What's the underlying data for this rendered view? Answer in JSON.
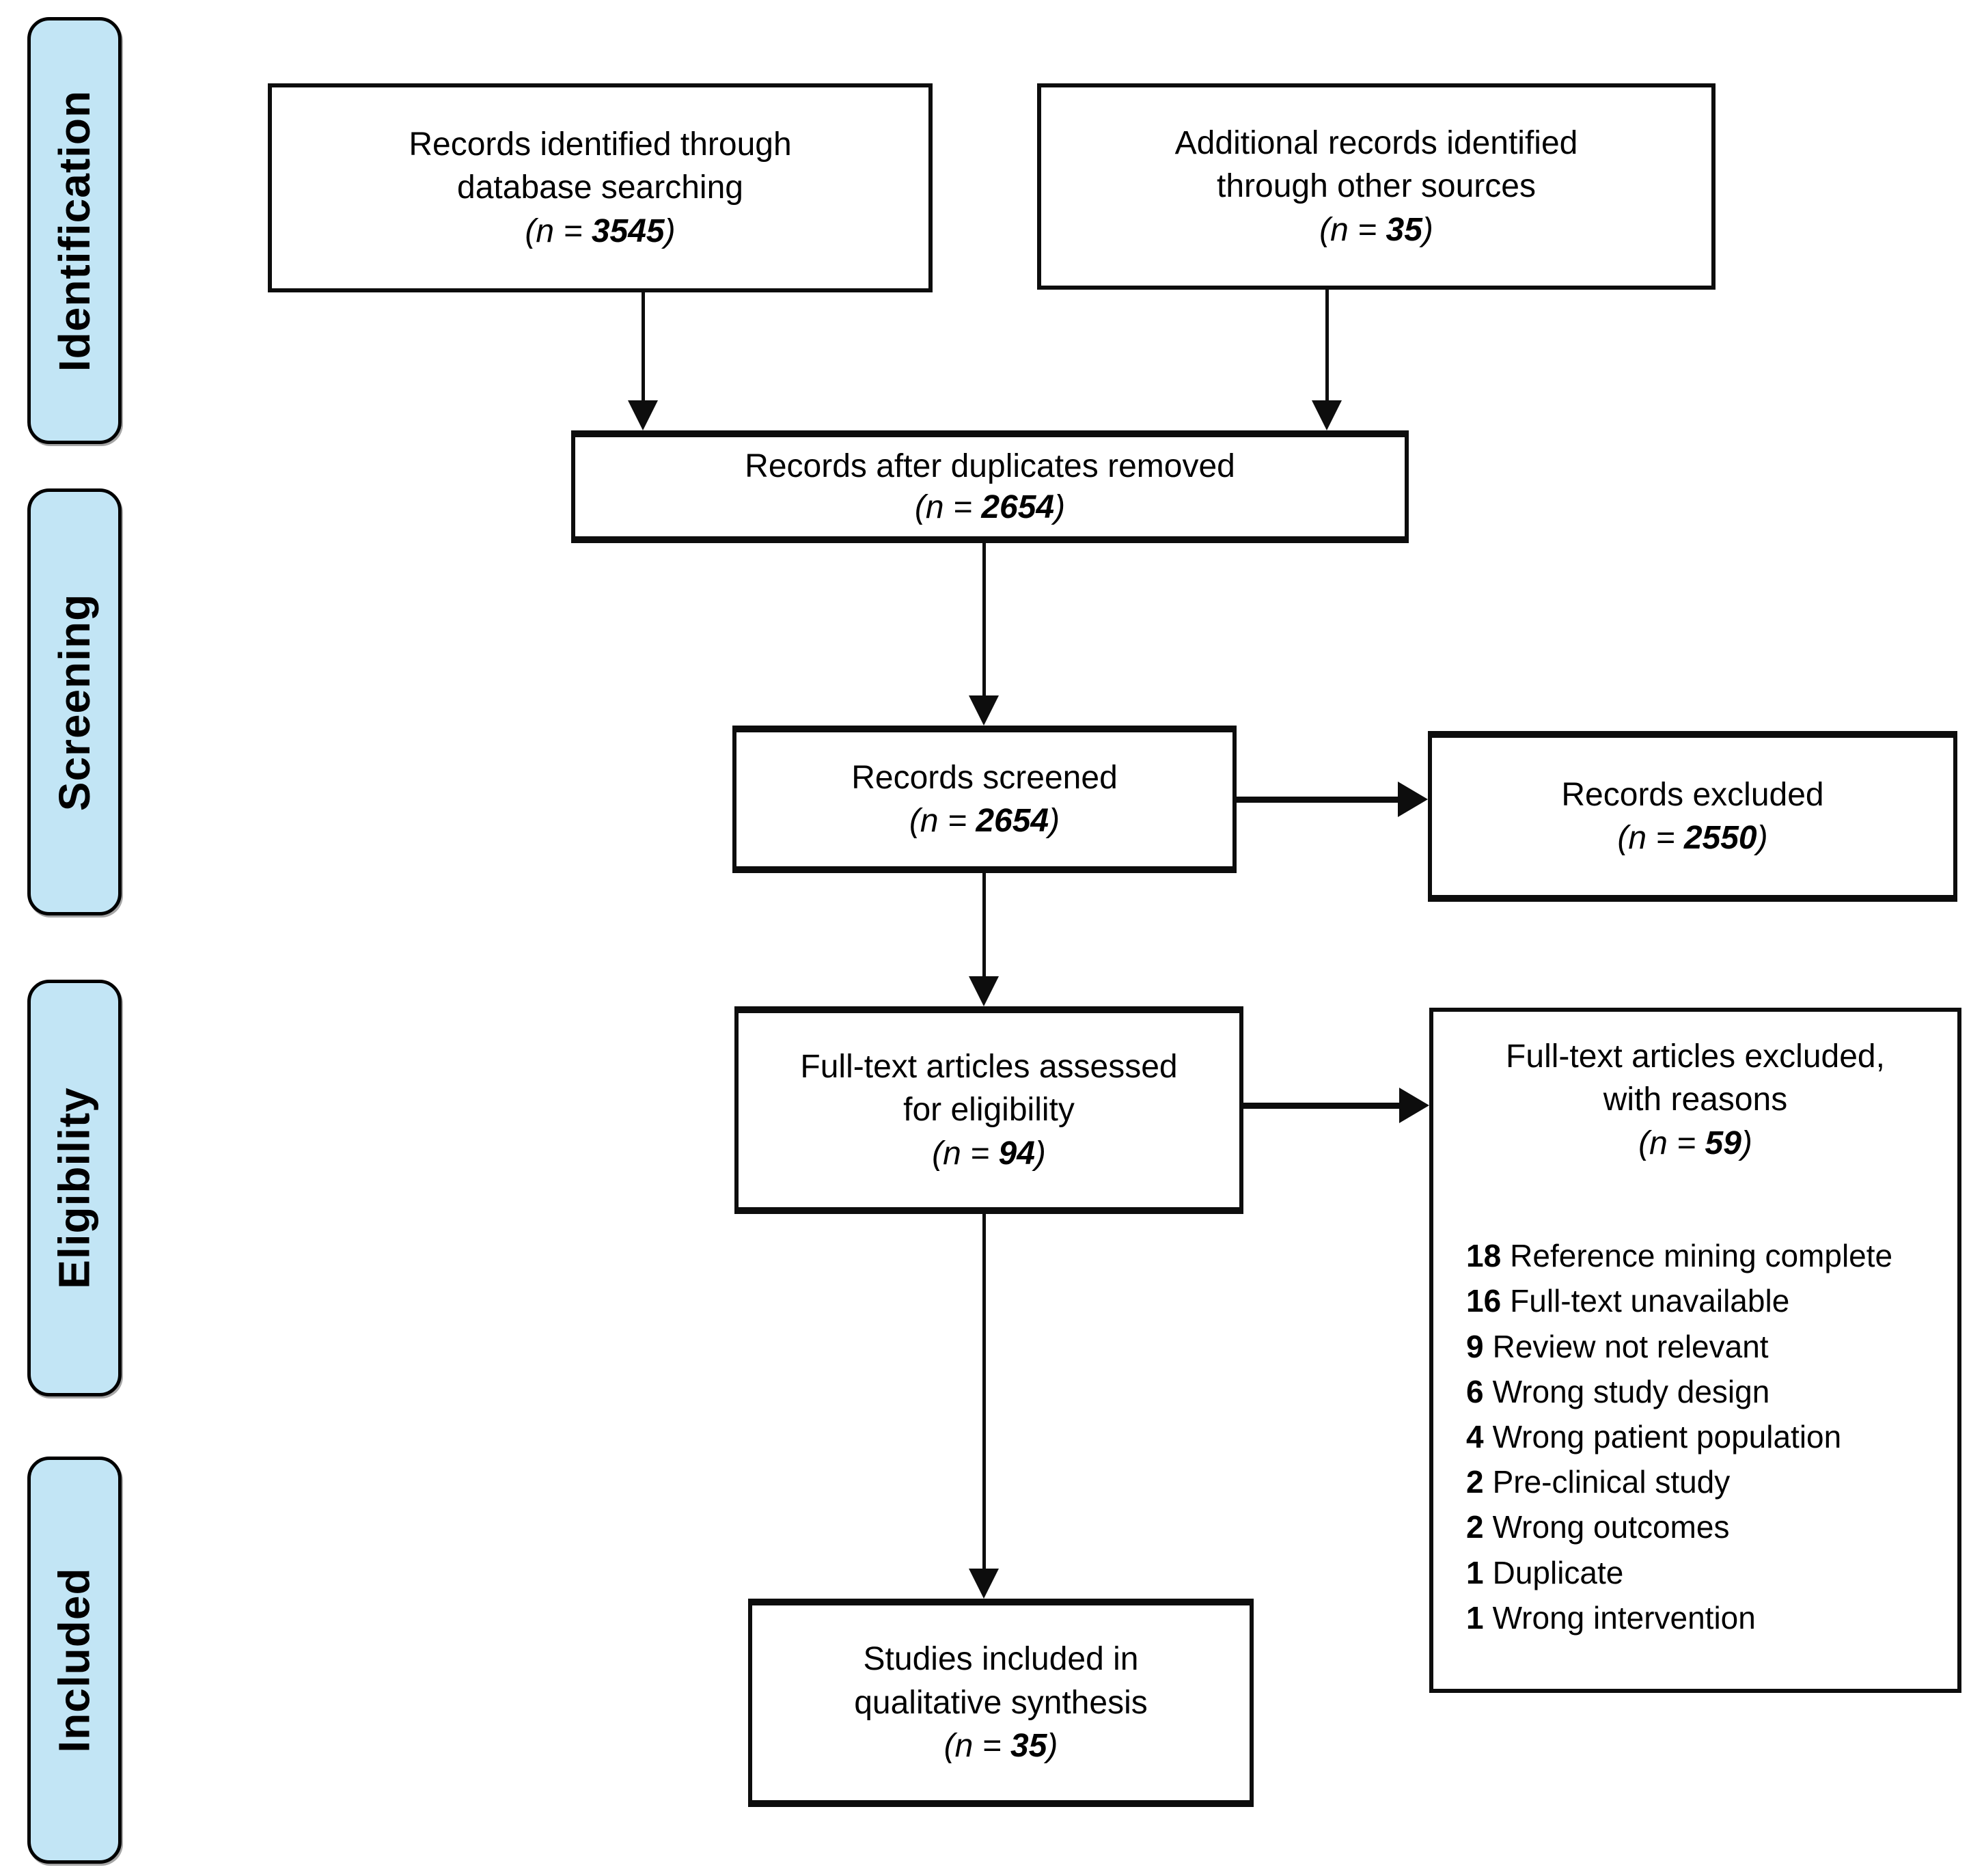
{
  "sidebar": {
    "fill_color": "#c2e5f5",
    "border_color": "#000000",
    "items": [
      {
        "label": "Identification"
      },
      {
        "label": "Screening"
      },
      {
        "label": "Eligibility"
      },
      {
        "label": "Included"
      }
    ]
  },
  "boxes": {
    "identified": {
      "line1": "Records identified through",
      "line2": "database searching",
      "n_prefix": "(n = ",
      "n_value": "3545",
      "n_suffix": ")"
    },
    "additional": {
      "line1": "Additional records identified",
      "line2": "through other sources",
      "n_prefix": "(n = ",
      "n_value": "35",
      "n_suffix": ")"
    },
    "deduplicated": {
      "line1": "Records after duplicates removed",
      "n_prefix": "(n = ",
      "n_value": "2654",
      "n_suffix": ")"
    },
    "screened": {
      "line1": "Records screened",
      "n_prefix": "(n = ",
      "n_value": "2654",
      "n_suffix": ")"
    },
    "records_excluded": {
      "line1": "Records excluded",
      "n_prefix": "(n = ",
      "n_value": "2550",
      "n_suffix": ")"
    },
    "fulltext_assessed": {
      "line1": "Full-text articles assessed",
      "line2": "for eligibility",
      "n_prefix": "(n = ",
      "n_value": "94",
      "n_suffix": ")"
    },
    "fulltext_excluded": {
      "line1": "Full-text articles excluded,",
      "line2": "with reasons",
      "n_prefix": "(n = ",
      "n_value": "59",
      "n_suffix": ")",
      "reasons": [
        {
          "count": "18",
          "label": "Reference mining complete"
        },
        {
          "count": "16",
          "label": "Full-text unavailable"
        },
        {
          "count": "9",
          "label": "Review not relevant"
        },
        {
          "count": "6",
          "label": "Wrong study design"
        },
        {
          "count": "4",
          "label": "Wrong patient population"
        },
        {
          "count": "2",
          "label": "Pre-clinical study"
        },
        {
          "count": "2",
          "label": "Wrong outcomes"
        },
        {
          "count": "1",
          "label": "Duplicate"
        },
        {
          "count": "1",
          "label": "Wrong intervention"
        }
      ]
    },
    "studies_included": {
      "line1": "Studies included in",
      "line2": "qualitative synthesis",
      "n_prefix": "(n = ",
      "n_value": "35",
      "n_suffix": ")"
    }
  }
}
